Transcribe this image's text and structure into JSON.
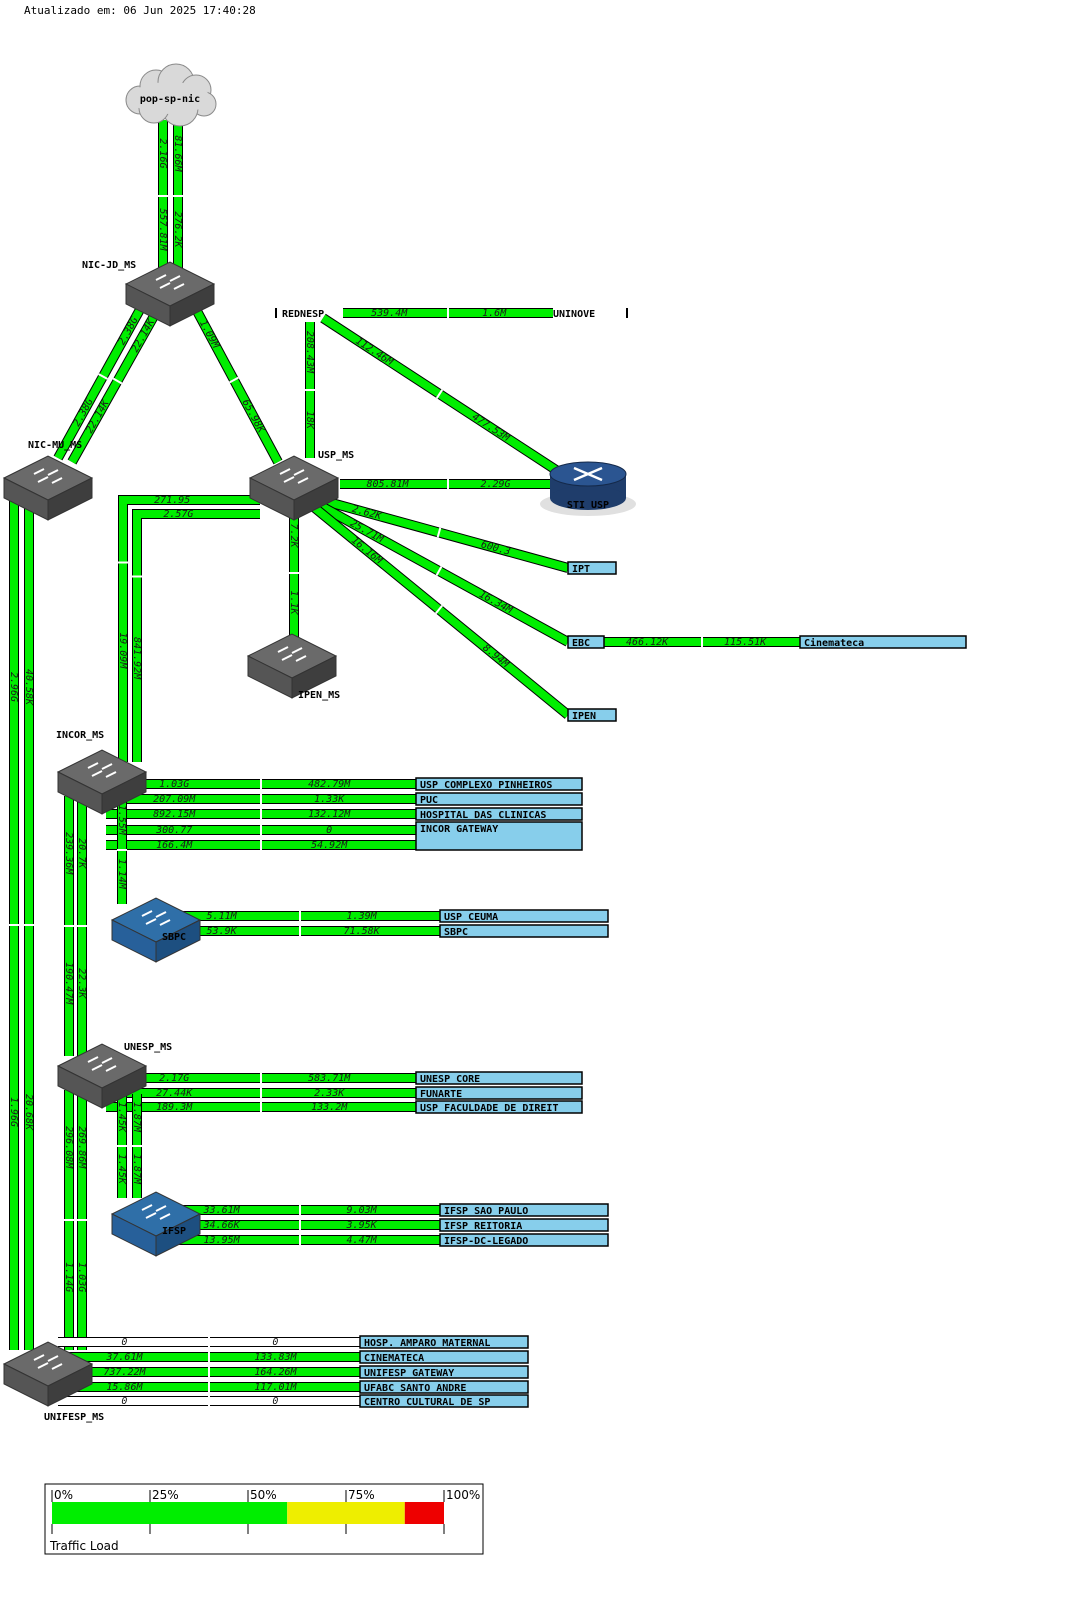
{
  "timestamp": "Atualizado em: 06 Jun 2025 17:40:28",
  "colors": {
    "link_fill": "#00ee00",
    "link_idle": "#ffffff",
    "link_stroke": "#000000",
    "box_fill": "#87ceeb",
    "switch_gray": "#6a6a6a",
    "switch_blue": "#2f6fa8",
    "router": "#1f3d6b"
  },
  "nodes": [
    {
      "id": "popsp",
      "label": "pop-sp-nic",
      "kind": "cloud"
    },
    {
      "id": "nicjd",
      "label": "NIC-JD_MS",
      "kind": "switch"
    },
    {
      "id": "nicmu",
      "label": "NIC-MU_MS",
      "kind": "switch"
    },
    {
      "id": "usp",
      "label": "USP_MS",
      "kind": "switch"
    },
    {
      "id": "stiusp",
      "label": "STI USP",
      "kind": "router"
    },
    {
      "id": "ipen_ms",
      "label": "IPEN_MS",
      "kind": "switch"
    },
    {
      "id": "incor",
      "label": "INCOR_MS",
      "kind": "switch"
    },
    {
      "id": "sbpc",
      "label": "SBPC",
      "kind": "switch-blue"
    },
    {
      "id": "unesp",
      "label": "UNESP_MS",
      "kind": "switch"
    },
    {
      "id": "ifsp",
      "label": "IFSP",
      "kind": "switch-blue"
    },
    {
      "id": "unifesp",
      "label": "UNIFESP_MS",
      "kind": "switch"
    },
    {
      "id": "rednesp",
      "label": "REDNESP",
      "kind": "bar"
    },
    {
      "id": "uninove",
      "label": "UNINOVE",
      "kind": "bar"
    }
  ],
  "boxes": [
    {
      "id": "ipt",
      "label": "IPT"
    },
    {
      "id": "ebc",
      "label": "EBC"
    },
    {
      "id": "cinemateca1",
      "label": "Cinemateca"
    },
    {
      "id": "ipen",
      "label": "IPEN"
    },
    {
      "id": "uspcp",
      "label": "USP COMPLEXO PINHEIROS"
    },
    {
      "id": "puc",
      "label": "PUC"
    },
    {
      "id": "hc",
      "label": "HOSPITAL DAS CLINICAS"
    },
    {
      "id": "incorgw",
      "label": "INCOR GATEWAY"
    },
    {
      "id": "uspceuma",
      "label": "USP CEUMA"
    },
    {
      "id": "sbpcbox",
      "label": "SBPC"
    },
    {
      "id": "unespcore",
      "label": "UNESP CORE"
    },
    {
      "id": "funarte",
      "label": "FUNARTE"
    },
    {
      "id": "uspfd",
      "label": "USP FACULDADE DE DIREIT"
    },
    {
      "id": "ifspsp",
      "label": "IFSP SAO PAULO"
    },
    {
      "id": "ifspreit",
      "label": "IFSP REITORIA"
    },
    {
      "id": "ifspdc",
      "label": "IFSP-DC-LEGADO"
    },
    {
      "id": "hospam",
      "label": "HOSP. AMPARO MATERNAL"
    },
    {
      "id": "cinemateca2",
      "label": "CINEMATECA"
    },
    {
      "id": "unifespgw",
      "label": "UNIFESP GATEWAY"
    },
    {
      "id": "ufabc",
      "label": "UFABC SANTO ANDRE"
    },
    {
      "id": "ccsp",
      "label": "CENTRO CULTURAL DE SP"
    }
  ],
  "links": [
    {
      "id": "pop-nicjd-a",
      "from": "pop-sp-nic",
      "to": "NIC-JD_MS",
      "in": "2.16G",
      "out": "557.81M"
    },
    {
      "id": "pop-nicjd-b",
      "from": "pop-sp-nic",
      "to": "NIC-JD_MS",
      "in": "81.66M",
      "out": "276.2K"
    },
    {
      "id": "nicjd-nicmu-a",
      "from": "NIC-JD_MS",
      "to": "NIC-MU_MS",
      "in": "2.38G",
      "out": "2.38G"
    },
    {
      "id": "nicjd-nicmu-b",
      "from": "NIC-JD_MS",
      "to": "NIC-MU_MS",
      "in": "22.14K",
      "out": "22.14K"
    },
    {
      "id": "nicjd-usp",
      "from": "NIC-JD_MS",
      "to": "USP_MS",
      "in": "1.09M",
      "out": "65.98K"
    },
    {
      "id": "rednesp-uninove",
      "from": "REDNESP",
      "to": "UNINOVE",
      "in": "539.4M",
      "out": "1.6M"
    },
    {
      "id": "usp-rednesp",
      "from": "USP_MS",
      "to": "REDNESP",
      "in": "208.43M",
      "out": "18K"
    },
    {
      "id": "rednesp-sti",
      "from": "REDNESP",
      "to": "STI USP",
      "in": "112.46M",
      "out": "477.53M"
    },
    {
      "id": "usp-sti",
      "from": "USP_MS",
      "to": "STI USP",
      "in": "805.81M",
      "out": "2.29G"
    },
    {
      "id": "usp-ipt",
      "from": "USP_MS",
      "to": "IPT",
      "in": "2.62K",
      "out": "600.3"
    },
    {
      "id": "usp-ebc",
      "from": "USP_MS",
      "to": "EBC",
      "in": "25.71M",
      "out": "16.34M"
    },
    {
      "id": "usp-ipen",
      "from": "USP_MS",
      "to": "IPEN",
      "in": "16.16M",
      "out": "8.94M"
    },
    {
      "id": "ebc-cinemateca",
      "from": "EBC",
      "to": "Cinemateca",
      "in": "466.12K",
      "out": "115.51K"
    },
    {
      "id": "usp-ipenms",
      "from": "USP_MS",
      "to": "IPEN_MS",
      "in": "7.2K",
      "out": "1.1K"
    },
    {
      "id": "usp-incor-a",
      "from": "USP_MS",
      "to": "INCOR_MS",
      "in": "271.95",
      "out": "19.09M"
    },
    {
      "id": "usp-incor-b",
      "from": "USP_MS",
      "to": "INCOR_MS",
      "in": "2.57G",
      "out": "841.92M"
    },
    {
      "id": "incor-uspcp",
      "from": "INCOR_MS",
      "to": "USP COMPLEXO PINHEIROS",
      "in": "1.03G",
      "out": "482.79M"
    },
    {
      "id": "incor-puc",
      "from": "INCOR_MS",
      "to": "PUC",
      "in": "207.09M",
      "out": "1.33K"
    },
    {
      "id": "incor-hc",
      "from": "INCOR_MS",
      "to": "HOSPITAL DAS CLINICAS",
      "in": "892.15M",
      "out": "132.12M"
    },
    {
      "id": "incor-gw-a",
      "from": "INCOR_MS",
      "to": "INCOR GATEWAY",
      "in": "300.77",
      "out": "0"
    },
    {
      "id": "incor-gw-b",
      "from": "INCOR_MS",
      "to": "INCOR GATEWAY",
      "in": "166.4M",
      "out": "54.92M"
    },
    {
      "id": "incor-sbpc",
      "from": "INCOR_MS",
      "to": "SBPC",
      "in": "1.55M",
      "out": "1.14M"
    },
    {
      "id": "sbpc-ceuma",
      "from": "SBPC",
      "to": "USP CEUMA",
      "in": "5.11M",
      "out": "1.39M"
    },
    {
      "id": "sbpc-sbpc",
      "from": "SBPC",
      "to": "SBPC",
      "in": "53.9K",
      "out": "71.58K"
    },
    {
      "id": "incor-unesp-a",
      "from": "INCOR_MS",
      "to": "UNESP_MS",
      "in": "239.36M",
      "out": "190.47M"
    },
    {
      "id": "incor-unesp-b",
      "from": "INCOR_MS",
      "to": "UNESP_MS",
      "in": "20.7K",
      "out": "22.3K"
    },
    {
      "id": "unesp-core",
      "from": "UNESP_MS",
      "to": "UNESP CORE",
      "in": "2.17G",
      "out": "583.71M"
    },
    {
      "id": "unesp-funarte",
      "from": "UNESP_MS",
      "to": "FUNARTE",
      "in": "27.44K",
      "out": "2.33K"
    },
    {
      "id": "unesp-fd",
      "from": "UNESP_MS",
      "to": "USP FACULDADE DE DIREIT",
      "in": "189.3M",
      "out": "133.2M"
    },
    {
      "id": "unesp-ifsp-a",
      "from": "UNESP_MS",
      "to": "IFSP",
      "in": "1.45K",
      "out": "1.45K"
    },
    {
      "id": "unesp-ifsp-b",
      "from": "UNESP_MS",
      "to": "IFSP",
      "in": "1.87M",
      "out": "1.87M"
    },
    {
      "id": "ifsp-sp",
      "from": "IFSP",
      "to": "IFSP SAO PAULO",
      "in": "33.61M",
      "out": "9.03M"
    },
    {
      "id": "ifsp-reit",
      "from": "IFSP",
      "to": "IFSP REITORIA",
      "in": "34.66K",
      "out": "3.95K"
    },
    {
      "id": "ifsp-dc",
      "from": "IFSP",
      "to": "IFSP-DC-LEGADO",
      "in": "13.95M",
      "out": "4.47M"
    },
    {
      "id": "unesp-unifesp-a",
      "from": "UNESP_MS",
      "to": "UNIFESP_MS",
      "in": "296.08M",
      "out": "1.14G"
    },
    {
      "id": "unesp-unifesp-b",
      "from": "UNESP_MS",
      "to": "UNIFESP_MS",
      "in": "269.86M",
      "out": "1.03G"
    },
    {
      "id": "nicmu-unifesp-a",
      "from": "NIC-MU_MS",
      "to": "UNIFESP_MS",
      "in": "2.96G",
      "out": "1.96G"
    },
    {
      "id": "nicmu-unifesp-b",
      "from": "NIC-MU_MS",
      "to": "UNIFESP_MS",
      "in": "40.58K",
      "out": "20.68K"
    },
    {
      "id": "unifesp-hospam",
      "from": "UNIFESP_MS",
      "to": "HOSP. AMPARO MATERNAL",
      "in": "0",
      "out": "0"
    },
    {
      "id": "unifesp-cine",
      "from": "UNIFESP_MS",
      "to": "CINEMATECA",
      "in": "37.61M",
      "out": "133.83M"
    },
    {
      "id": "unifesp-gw",
      "from": "UNIFESP_MS",
      "to": "UNIFESP GATEWAY",
      "in": "737.22M",
      "out": "164.26M"
    },
    {
      "id": "unifesp-ufabc",
      "from": "UNIFESP_MS",
      "to": "UFABC SANTO ANDRE",
      "in": "15.86M",
      "out": "117.01M"
    },
    {
      "id": "unifesp-ccsp",
      "from": "UNIFESP_MS",
      "to": "CENTRO CULTURAL DE SP",
      "in": "0",
      "out": "0"
    }
  ],
  "legend": {
    "title": "Traffic Load",
    "ticks": [
      "0%",
      "25%",
      "50%",
      "75%",
      "100%"
    ],
    "bands": [
      {
        "pct": 60,
        "color": "#00ee00"
      },
      {
        "pct": 30,
        "color": "#eeee00"
      },
      {
        "pct": 10,
        "color": "#ee0000"
      }
    ]
  }
}
